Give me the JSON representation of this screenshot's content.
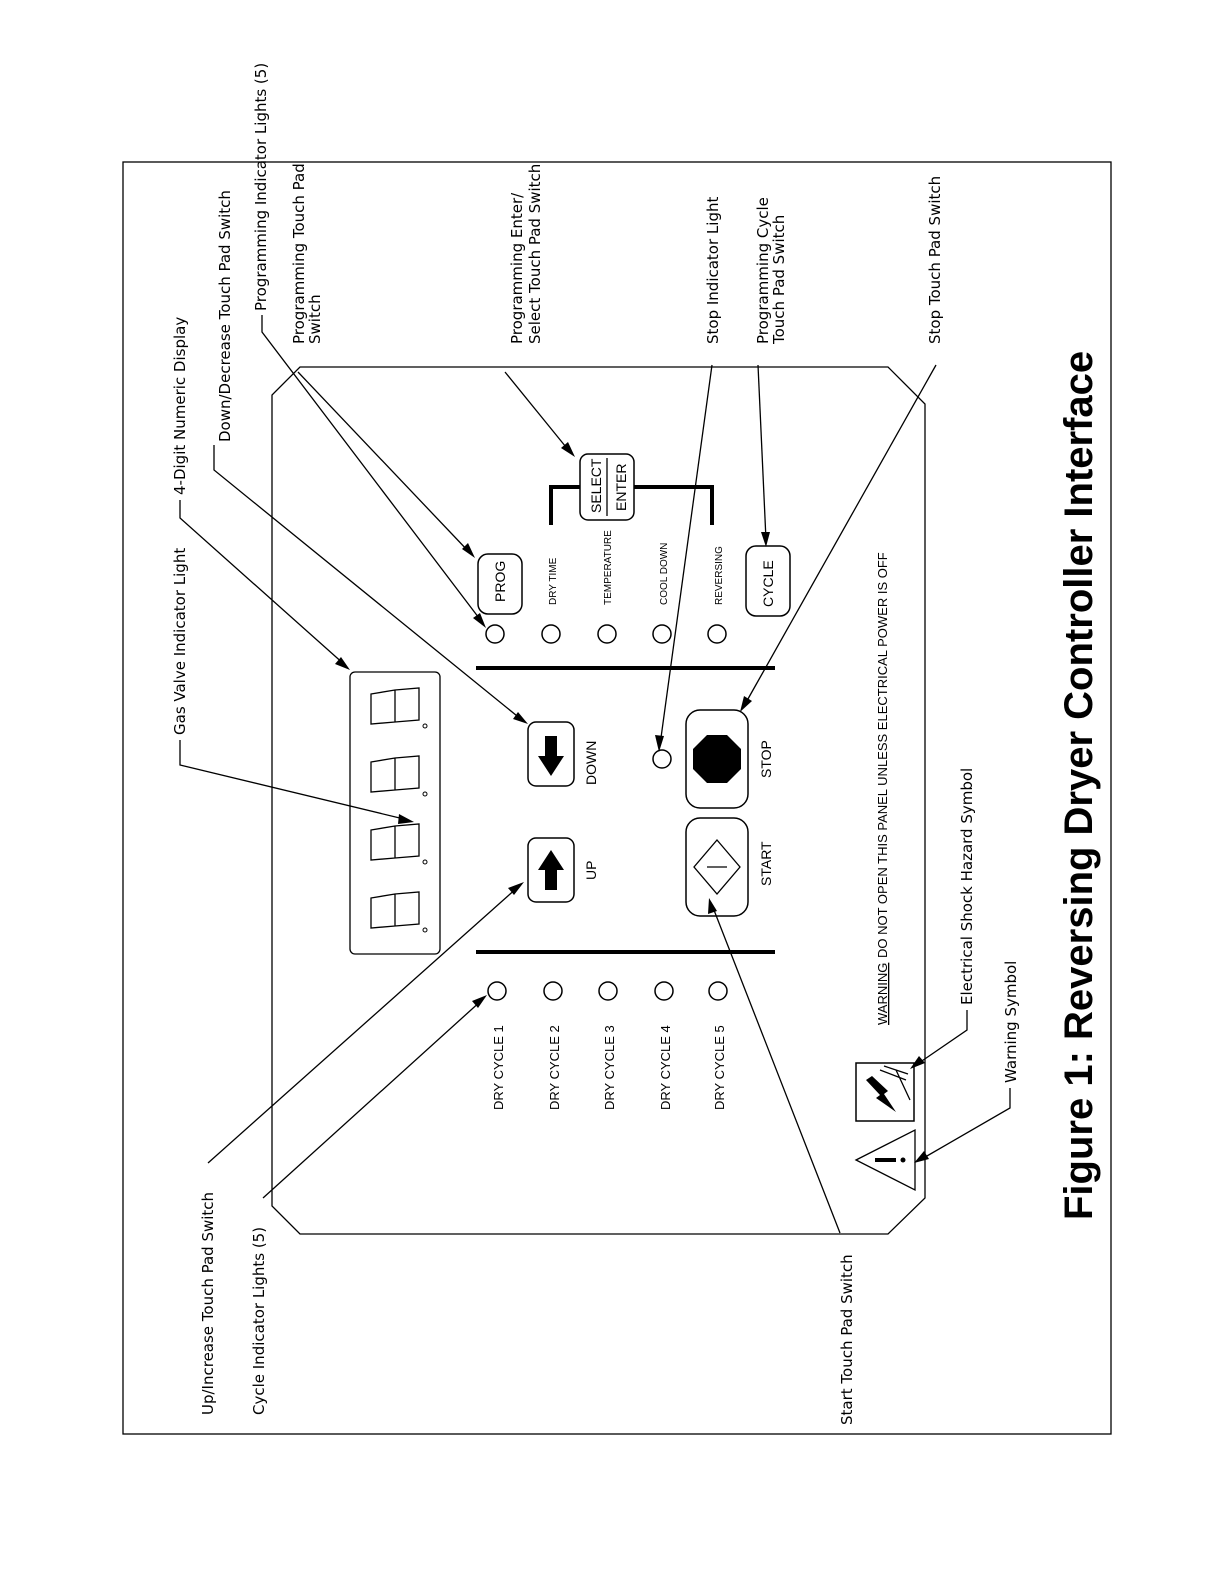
{
  "title": "Figure 1: Reversing Dryer Controller Interface",
  "callouts": {
    "up_increase": "Up/Increase Touch Pad Switch",
    "cycle_lights": "Cycle Indicator Lights (5)",
    "start_switch": "Start Touch Pad Switch",
    "gas_valve": "Gas Valve Indicator Light",
    "numeric_display": "4-Digit Numeric Display",
    "down_decrease": "Down/Decrease Touch Pad Switch",
    "prog_lights": "Programming Indicator Lights (5)",
    "prog_switch_1": "Programming Touch Pad",
    "prog_switch_2": "Switch",
    "enter_1": "Programming Enter/",
    "enter_2": "Select Touch Pad Switch",
    "stop_light": "Stop Indicator Light",
    "cycle_switch_1": "Programming Cycle",
    "cycle_switch_2": "Touch Pad Switch",
    "stop_switch": "Stop Touch Pad Switch",
    "shock_symbol": "Electrical Shock Hazard Symbol",
    "warning_symbol": "Warning Symbol"
  },
  "panel": {
    "dry_cycles": [
      "DRY CYCLE 1",
      "DRY CYCLE 2",
      "DRY CYCLE 3",
      "DRY CYCLE 4",
      "DRY CYCLE 5"
    ],
    "up_label": "UP",
    "down_label": "DOWN",
    "start_label": "START",
    "stop_label": "STOP",
    "prog_button": "PROG",
    "prog_items": [
      "DRY TIME",
      "TEMPERATURE",
      "COOL DOWN",
      "REVERSING"
    ],
    "select_label": "SELECT",
    "enter_label": "ENTER",
    "cycle_button": "CYCLE",
    "warning_word": "WARNING",
    "warning_text": "DO NOT OPEN THIS PANEL UNLESS ELECTRICAL POWER IS OFF"
  }
}
